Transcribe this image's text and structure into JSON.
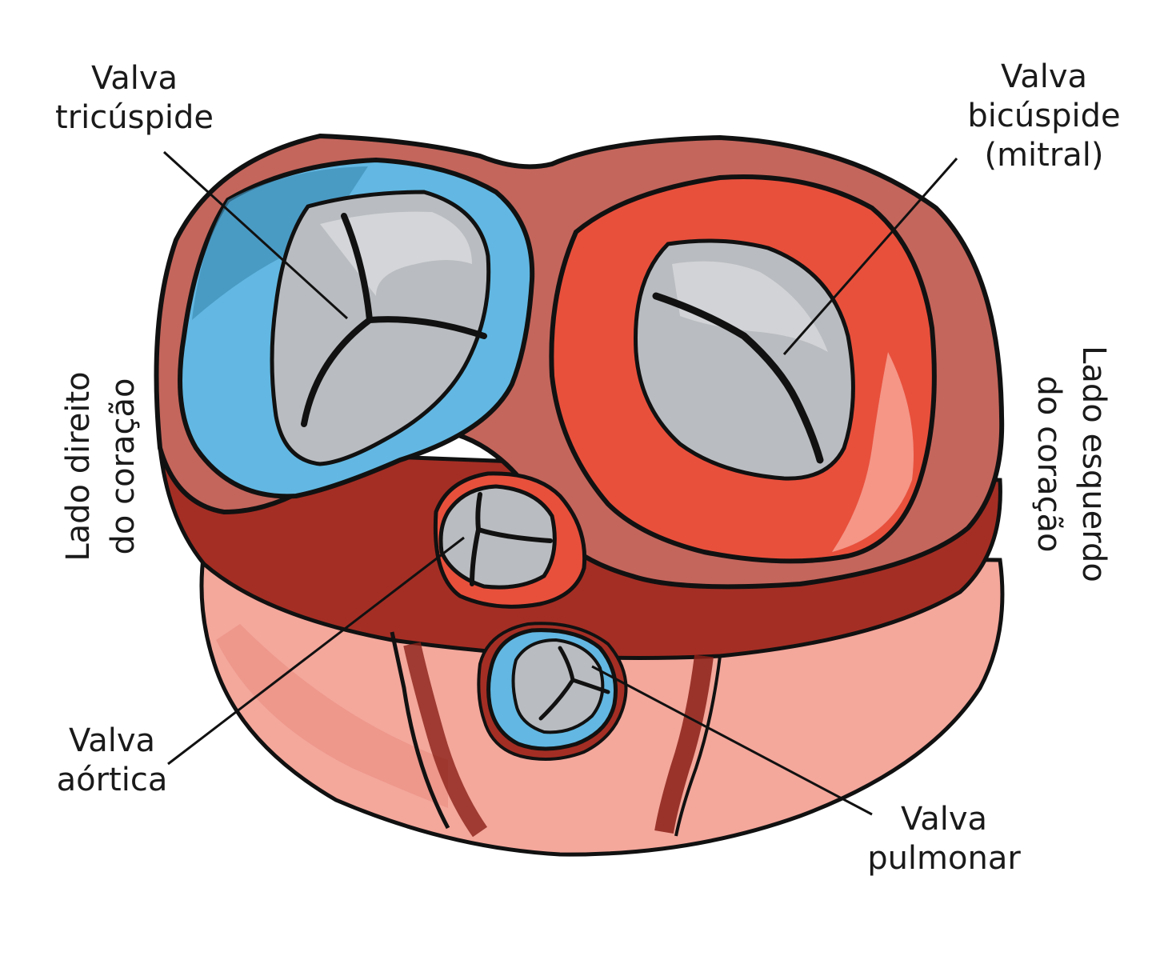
{
  "labels": {
    "tricuspid": {
      "line1": "Valva",
      "line2": "tricúspide"
    },
    "mitral": {
      "line1": "Valva",
      "line2": "bicúspide",
      "line3": "(mitral)"
    },
    "aortic": {
      "line1": "Valva",
      "line2": "aórtica"
    },
    "pulmonary": {
      "line1": "Valva",
      "line2": "pulmonar"
    },
    "right_side": {
      "line1": "Lado direito",
      "line2": "do coração"
    },
    "left_side": {
      "line1": "Lado esquerdo",
      "line2": "do coração"
    }
  },
  "colors": {
    "outline": "#111111",
    "muscle_dark": "#9e2a21",
    "muscle_mid": "#b9584f",
    "muscle_light": "#c4665c",
    "base_pink": "#f4a79b",
    "right_atrium_blue": "#62b8e2",
    "left_atrium_red": "#e8503c",
    "valve_gray": "#b9bcc0",
    "valve_light": "#dcdde0"
  }
}
